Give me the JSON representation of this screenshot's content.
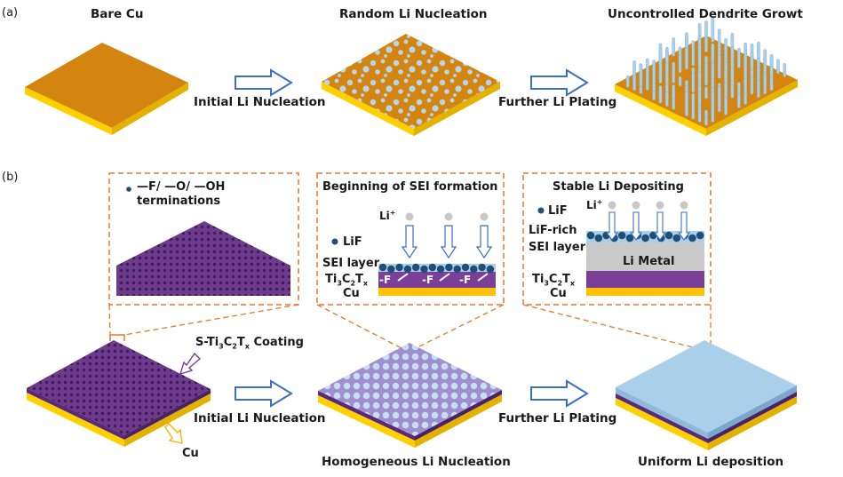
{
  "panel_a": {
    "tag": "(a)",
    "stage1": "Bare Cu",
    "stage2": "Random Li Nucleation",
    "stage3": "Uncontrolled Dendrite Growth",
    "arrow1": "Initial Li Nucleation",
    "arrow2": "Further Li Plating"
  },
  "panel_b": {
    "tag": "(b)",
    "inset1": {
      "legend": "—F/ —O/ —OH",
      "legend2": "terminations"
    },
    "inset2": {
      "title": "Beginning of SEI formation",
      "li_ion": "Li",
      "lif": "LiF",
      "sei": "SEI layer",
      "mxene": "Ti",
      "mxene_full": "Ti3C2Tx",
      "cu": "Cu",
      "f": "-F"
    },
    "inset3": {
      "title": "Stable Li Depositing",
      "lif": "LiF",
      "li_ion": "Li",
      "lif_rich1": "LiF-rich",
      "lif_rich2": "SEI layer",
      "li_metal": "Li Metal",
      "mxene": "Ti3C2Tx",
      "cu": "Cu"
    },
    "coating": "S-Ti3C2Tx Coating",
    "cu_label": "Cu",
    "arrow1": "Initial Li Nucleation",
    "arrow2": "Further Li Plating",
    "stage2": "Homogeneous Li Nucleation",
    "stage3": "Uniform Li deposition"
  },
  "colors": {
    "copper_top": "#d4850f",
    "copper_edge": "#ffd000",
    "mxene": "#7a3f97",
    "li": "#a9cfea",
    "arrow": "#3b6fc4",
    "dash": "#e3792b",
    "lif": "#1f4e79"
  }
}
